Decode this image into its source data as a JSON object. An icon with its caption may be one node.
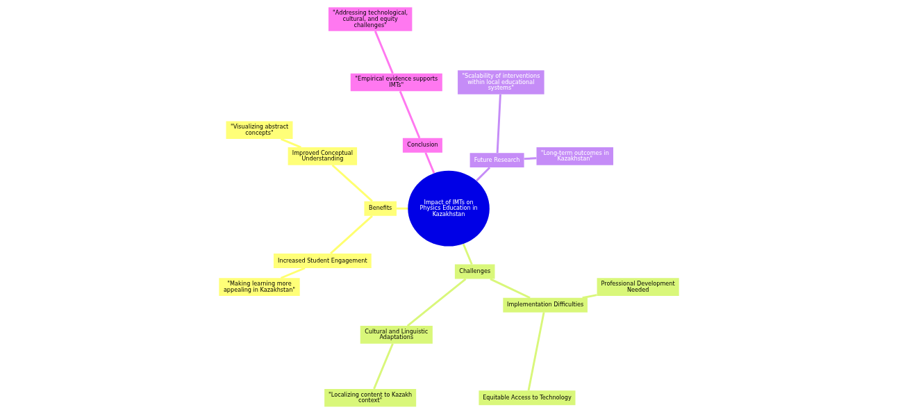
{
  "diagram": {
    "nodes": [
      {
        "text": [
          "Impact of IMTs on Physics Education in Kazakhstan"
        ]
      },
      {
        "text": [
          "Future Research"
        ]
      },
      {
        "text": [
          "\"Long-term outcomes in Kazakhstan\""
        ]
      },
      {
        "text": [
          "\"Scalability of interventions within local educational systems\""
        ]
      },
      {
        "text": [
          "Conclusion"
        ]
      },
      {
        "text": [
          "\"Empirical evidence supports IMTs\""
        ]
      },
      {
        "text": [
          "\"Addressing technological, cultural, and equity challenges\""
        ]
      },
      {
        "text": [
          "Benefits"
        ]
      },
      {
        "text": [
          "Improved Conceptual Understanding"
        ]
      },
      {
        "text": [
          "\"Visualizing abstract concepts\""
        ]
      },
      {
        "text": [
          "Increased Student Engagement"
        ]
      },
      {
        "text": [
          "\"Making learning more appealing in Kazakhstan\""
        ]
      },
      {
        "text": [
          "Challenges"
        ]
      },
      {
        "text": [
          "Cultural and Linguistic Adaptations"
        ]
      },
      {
        "text": [
          "\"Localizing content to Kazakh context\""
        ]
      },
      {
        "text": [
          "Implementation Difficulties"
        ]
      },
      {
        "text": [
          "Equitable Access to Technology"
        ]
      },
      {
        "text": [
          "Professional Development Needed"
        ]
      }
    ],
    "edges": [
      {
        "from": 0,
        "to": 1,
        "arrow": "none",
        "color": "#c58cf7"
      },
      {
        "from": 1,
        "to": 2,
        "arrow": "none",
        "color": "#c58cf7"
      },
      {
        "from": 1,
        "to": 3,
        "arrow": "none",
        "color": "#c58cf7"
      },
      {
        "from": 0,
        "to": 4,
        "arrow": "none",
        "color": "#ff78f0"
      },
      {
        "from": 4,
        "to": 5,
        "arrow": "none",
        "color": "#ff78f0"
      },
      {
        "from": 5,
        "to": 6,
        "arrow": "none",
        "color": "#ff78f0"
      },
      {
        "from": 0,
        "to": 7,
        "arrow": "none",
        "color": "#ffff70"
      },
      {
        "from": 7,
        "to": 8,
        "arrow": "none",
        "color": "#ffff70"
      },
      {
        "from": 8,
        "to": 9,
        "arrow": "none",
        "color": "#ffff70"
      },
      {
        "from": 7,
        "to": 10,
        "arrow": "none",
        "color": "#ffff70"
      },
      {
        "from": 10,
        "to": 11,
        "arrow": "none",
        "color": "#ffff70"
      },
      {
        "from": 0,
        "to": 12,
        "arrow": "none",
        "color": "#d9f77a"
      },
      {
        "from": 12,
        "to": 13,
        "arrow": "none",
        "color": "#d9f77a"
      },
      {
        "from": 13,
        "to": 14,
        "arrow": "none",
        "color": "#d9f77a"
      },
      {
        "from": 12,
        "to": 15,
        "arrow": "none",
        "color": "#d9f77a"
      },
      {
        "from": 15,
        "to": 16,
        "arrow": "none",
        "color": "#d9f77a"
      },
      {
        "from": 15,
        "to": 17,
        "arrow": "none",
        "color": "#d9f77a"
      }
    ]
  }
}
